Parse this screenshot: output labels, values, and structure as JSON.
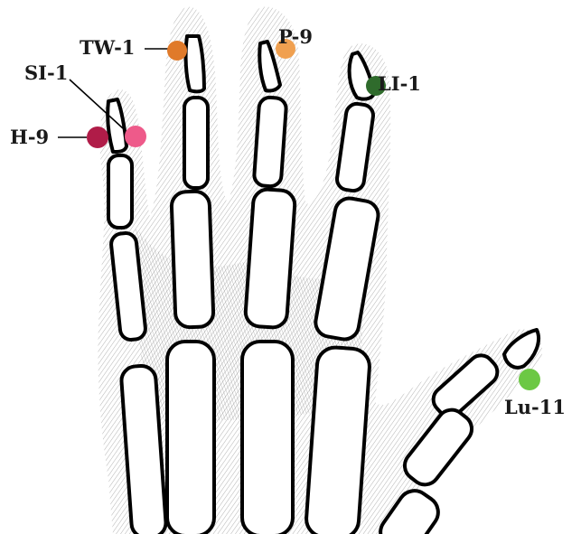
{
  "diagram": {
    "points": [
      {
        "id": "tw1",
        "label": "TW-1",
        "color": "#e07a2a"
      },
      {
        "id": "p9",
        "label": "P-9",
        "color": "#f0a050"
      },
      {
        "id": "si1",
        "label": "SI-1",
        "color": "#ee5a8a"
      },
      {
        "id": "li1",
        "label": "LI-1",
        "color": "#2f6b2c"
      },
      {
        "id": "h9",
        "label": "H-9",
        "color": "#b01c48"
      },
      {
        "id": "lu11",
        "label": "Lu-11",
        "color": "#6cc844"
      }
    ]
  }
}
